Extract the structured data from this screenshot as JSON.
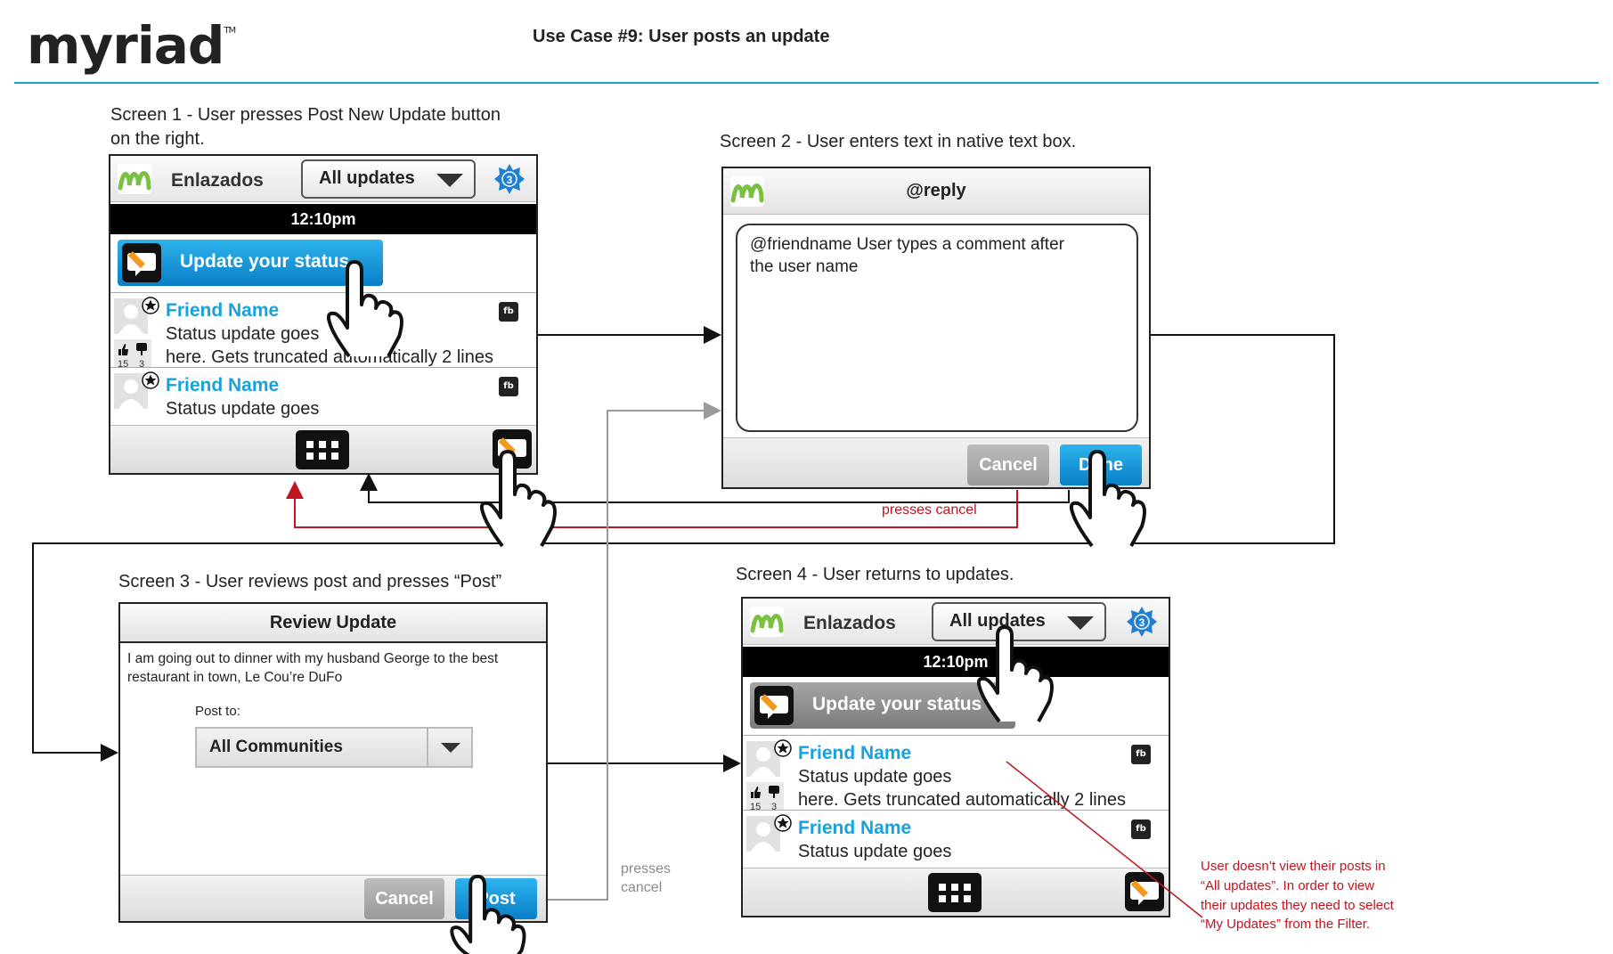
{
  "header": {
    "brand": "myriad",
    "trademark": "TM",
    "title": "Use Case #9: User posts an update"
  },
  "captions": {
    "screen1": [
      "Screen 1 - User presses Post New Update button",
      "on the right."
    ],
    "screen2": "Screen 2 - User enters text in native text box.",
    "screen3": "Screen 3 - User reviews post and presses “Post”",
    "screen4": "Screen 4 - User returns to updates."
  },
  "feed_screen": {
    "app_name": "Enlazados",
    "filter_value": "All updates",
    "notification_count": "3",
    "time": "12:10pm",
    "status_button_label": "Update your status",
    "items": [
      {
        "name": "Friend Name",
        "text_line1": "Status update goes",
        "text_line2": "here. Gets truncated automatically 2 lines",
        "likes": "15",
        "comments": "3",
        "source": "fb"
      },
      {
        "name": "Friend Name",
        "text_line1": "Status update goes",
        "text_line2": "",
        "likes": "",
        "comments": "",
        "source": "fb"
      }
    ]
  },
  "reply_screen": {
    "title": "@reply",
    "text_line1": "@friendname User types a comment after",
    "text_line2": "the user name",
    "cancel_label": "Cancel",
    "done_label": "Done"
  },
  "review_screen": {
    "title": "Review Update",
    "body_line1": "I am going out to dinner with my husband George to the best",
    "body_line2": "restaurant in town, Le Cou’re DuFo",
    "post_to_label": "Post to:",
    "post_to_value": "All Communities",
    "cancel_label": "Cancel",
    "post_label": "Post"
  },
  "annotations": {
    "presses_cancel_red": "presses cancel",
    "presses_cancel_gray": [
      "presses",
      "cancel"
    ],
    "note": [
      "User doesn’t view their posts in",
      "“All updates”. In order to view",
      "their updates they need to select",
      "“My Updates” from the Filter."
    ]
  },
  "colors": {
    "accent_blue": "#16a2dc",
    "rule": "#1aa3c9",
    "annotation_red": "#c0151e",
    "gray_flow": "#9a9a9a"
  }
}
